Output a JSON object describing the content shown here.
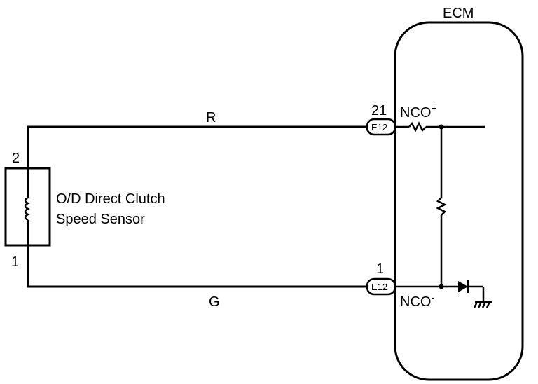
{
  "ecm": {
    "label": "ECM"
  },
  "sensor": {
    "name_line1": "O/D Direct Clutch",
    "name_line2": "Speed Sensor",
    "pin_top": "2",
    "pin_bottom": "1"
  },
  "wires": {
    "top_color": "R",
    "bottom_color": "G"
  },
  "connectors": {
    "top": {
      "pin": "21",
      "id": "E12"
    },
    "bottom": {
      "pin": "1",
      "id": "E12"
    }
  },
  "signals": {
    "top": "NCO",
    "top_sign": "+",
    "bottom": "NCO",
    "bottom_sign": "-"
  }
}
